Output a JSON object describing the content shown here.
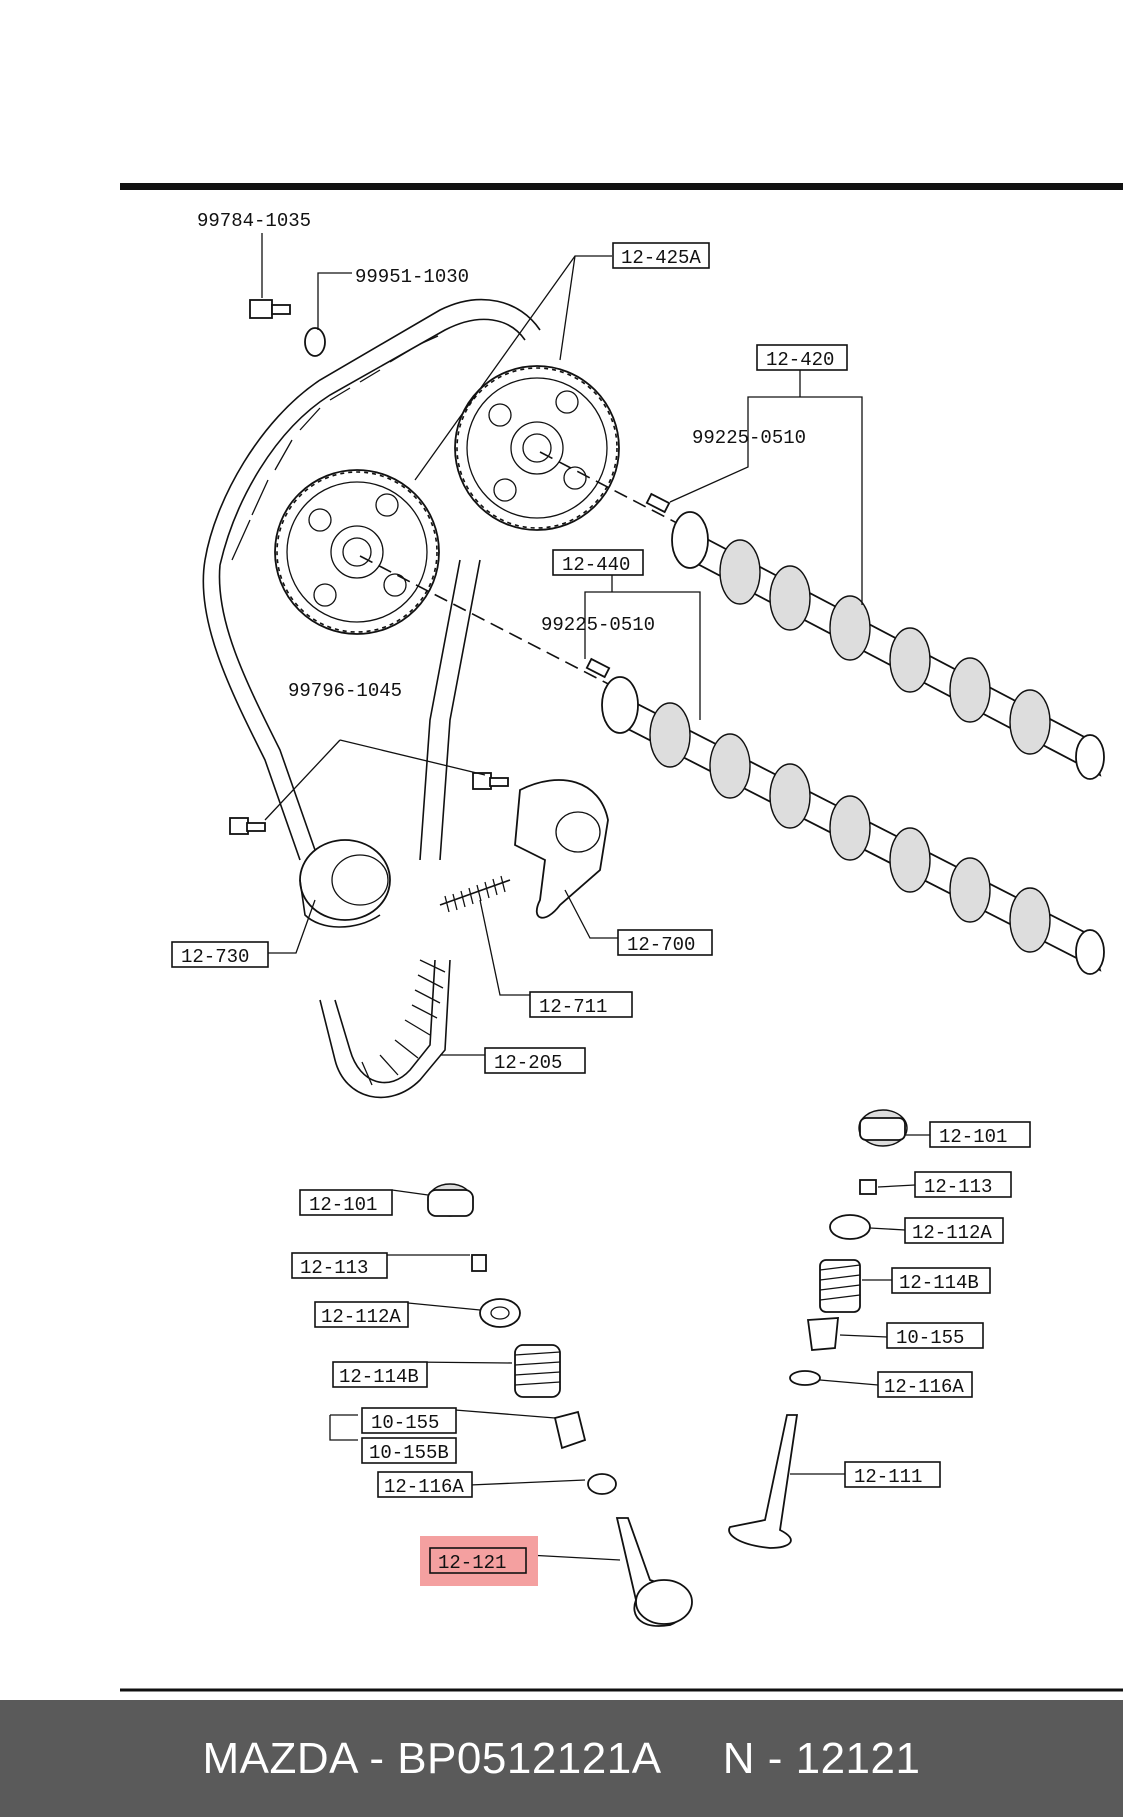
{
  "diagram": {
    "callouts": [
      {
        "id": "99784-1035",
        "text": "99784-1035",
        "boxed": false
      },
      {
        "id": "99951-1030",
        "text": "99951-1030",
        "boxed": false
      },
      {
        "id": "12-425A",
        "text": "12-425A",
        "boxed": true
      },
      {
        "id": "12-420",
        "text": "12-420",
        "boxed": true
      },
      {
        "id": "99225-0510-a",
        "text": "99225-0510",
        "boxed": false
      },
      {
        "id": "12-440",
        "text": "12-440",
        "boxed": true
      },
      {
        "id": "99225-0510-b",
        "text": "99225-0510",
        "boxed": false
      },
      {
        "id": "99796-1045",
        "text": "99796-1045",
        "boxed": false
      },
      {
        "id": "12-730",
        "text": "12-730",
        "boxed": true
      },
      {
        "id": "12-700",
        "text": "12-700",
        "boxed": true
      },
      {
        "id": "12-711",
        "text": "12-711",
        "boxed": true
      },
      {
        "id": "12-205",
        "text": "12-205",
        "boxed": true
      },
      {
        "id": "12-101-r",
        "text": "12-101",
        "boxed": true
      },
      {
        "id": "12-113-r",
        "text": "12-113",
        "boxed": true
      },
      {
        "id": "12-112A-r",
        "text": "12-112A",
        "boxed": true
      },
      {
        "id": "12-114B-r",
        "text": "12-114B",
        "boxed": true
      },
      {
        "id": "10-155-r",
        "text": "10-155",
        "boxed": true
      },
      {
        "id": "12-116A-r",
        "text": "12-116A",
        "boxed": true
      },
      {
        "id": "12-111",
        "text": "12-111",
        "boxed": true
      },
      {
        "id": "12-101-l",
        "text": "12-101",
        "boxed": true
      },
      {
        "id": "12-113-l",
        "text": "12-113",
        "boxed": true
      },
      {
        "id": "12-112A-l",
        "text": "12-112A",
        "boxed": true
      },
      {
        "id": "12-114B-l",
        "text": "12-114B",
        "boxed": true
      },
      {
        "id": "10-155-l",
        "text": "10-155",
        "boxed": true
      },
      {
        "id": "10-155B-l",
        "text": "10-155B",
        "boxed": true
      },
      {
        "id": "12-116A-l",
        "text": "12-116A",
        "boxed": true
      },
      {
        "id": "12-121",
        "text": "12-121",
        "boxed": true,
        "highlighted": true
      }
    ],
    "highlight_color": "#f4a0a0"
  },
  "footer": {
    "text": "MAZDA - BP0512121A     N - 12121",
    "background": "#5a5a5a"
  }
}
